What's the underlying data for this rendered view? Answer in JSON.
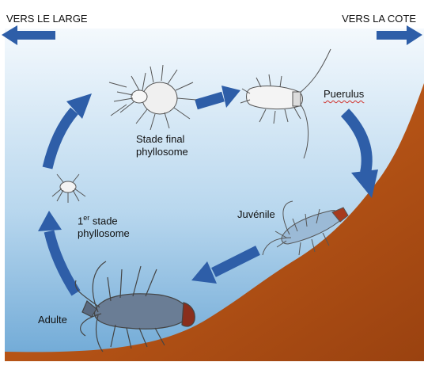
{
  "header": {
    "left_label": "VERS LE LARGE",
    "right_label": "VERS LA COTE"
  },
  "stages": {
    "final_phyllosome_line1": "Stade final",
    "final_phyllosome_line2": "phyllosome",
    "puerulus": "Puerulus",
    "juvenile": "Juvénile",
    "first_phyllosome_num": "1",
    "first_phyllosome_sup": "er",
    "first_phyllosome_rest": " stade",
    "first_phyllosome_line2": "phyllosome",
    "adult": "Adulte"
  },
  "colors": {
    "arrow_blue": "#2e5ea8",
    "sea_top": "#eef5fb",
    "sea_bottom": "#7fb6de",
    "seabed": "#c45a16",
    "seabed_dark": "#8a3b0c",
    "creature_line": "#555555"
  },
  "icons": [
    "arrow-left-icon",
    "arrow-right-icon",
    "first-phyllosome-icon",
    "final-phyllosome-icon",
    "puerulus-icon",
    "juvenile-lobster-icon",
    "adult-lobster-icon"
  ]
}
